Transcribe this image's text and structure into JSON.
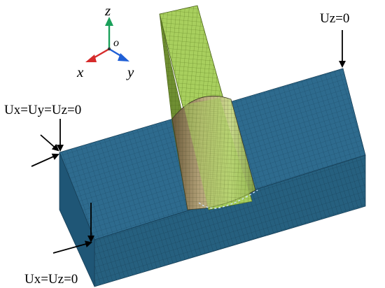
{
  "axes": {
    "z_label": "z",
    "x_label": "x",
    "y_label": "y",
    "origin_label": "o",
    "colors": {
      "z": "#1aa05a",
      "x": "#d62b2b",
      "y": "#1f5fd6"
    }
  },
  "boundary_conditions": {
    "top_right": "Uz=0",
    "left_corner": "Ux=Uy=Uz=0",
    "bottom_left": "Ux=Uz=0"
  },
  "colors": {
    "base_plate": "#2e6b8e",
    "base_plate_side": "#245a78",
    "mesh_line": "#173f57",
    "vertical_plate": "#a8cf5e",
    "vertical_plate_side": "#6f8f32",
    "weld_cylinder": "#9e8e6a",
    "arrow": "#000000"
  }
}
